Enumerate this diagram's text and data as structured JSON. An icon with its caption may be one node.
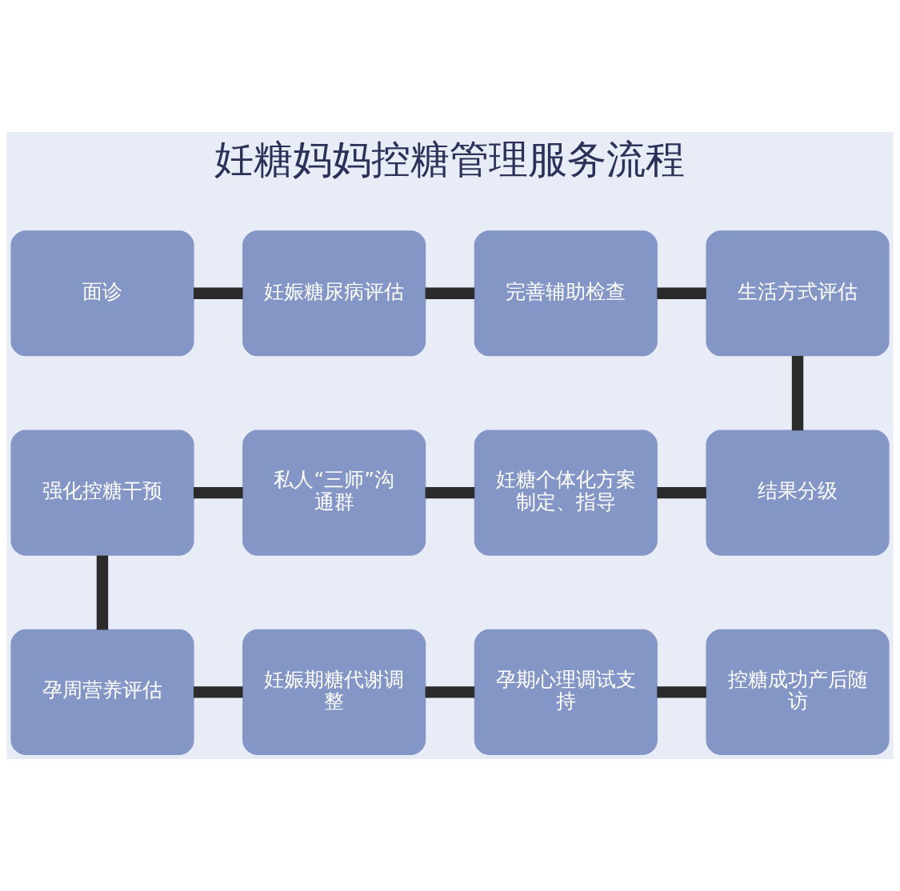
{
  "diagram": {
    "title": "妊糖妈妈控糖管理服务流程",
    "nodes": [
      {
        "text": [
          "面诊"
        ]
      },
      {
        "text": [
          "妊娠糖尿病评估"
        ]
      },
      {
        "text": [
          "完善辅助检查"
        ]
      },
      {
        "text": [
          "生活方式评估"
        ]
      },
      {
        "text": [
          "强化控糖干预"
        ]
      },
      {
        "text": [
          "私人“三师”沟通群"
        ]
      },
      {
        "text": [
          "妊糖个体化方案制定、指导"
        ]
      },
      {
        "text": [
          "结果分级"
        ]
      },
      {
        "text": [
          "孕周营养评估"
        ]
      },
      {
        "text": [
          "妊娠期糖代谢调整"
        ]
      },
      {
        "text": [
          "孕期心理调试支持"
        ]
      },
      {
        "text": [
          "控糖成功产后随访"
        ]
      }
    ],
    "edges": [
      {
        "from": 0,
        "to": 1,
        "arrow": "none"
      },
      {
        "from": 1,
        "to": 2,
        "arrow": "none"
      },
      {
        "from": 2,
        "to": 3,
        "arrow": "none"
      },
      {
        "from": 3,
        "to": 7,
        "arrow": "none"
      },
      {
        "from": 7,
        "to": 6,
        "arrow": "none"
      },
      {
        "from": 6,
        "to": 5,
        "arrow": "none"
      },
      {
        "from": 5,
        "to": 4,
        "arrow": "none"
      },
      {
        "from": 4,
        "to": 8,
        "arrow": "none"
      },
      {
        "from": 8,
        "to": 9,
        "arrow": "none"
      },
      {
        "from": 9,
        "to": 10,
        "arrow": "none"
      },
      {
        "from": 10,
        "to": 11,
        "arrow": "none"
      }
    ]
  }
}
